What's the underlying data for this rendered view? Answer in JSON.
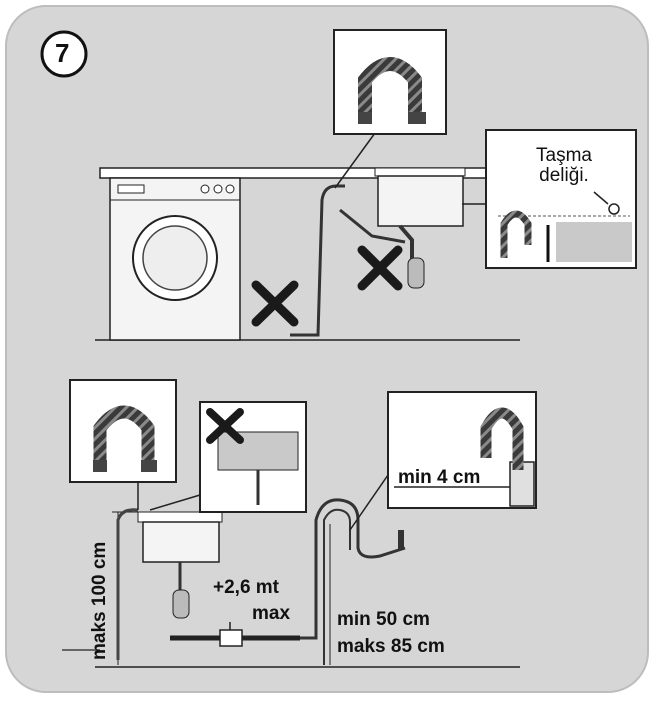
{
  "step_number": "7",
  "labels": {
    "overflow_hole": "Taşma deliği.",
    "max_height": "maks 100 cm",
    "extension": "+2,6 mt",
    "extension_max": "max",
    "min_gap": "min 4 cm",
    "min_height": "min 50 cm",
    "max_height_85": "maks 85 cm"
  },
  "colors": {
    "panel_bg": "#d6d6d6",
    "line": "#1a1a1a",
    "hose": "#555555",
    "water": "#c9c9c9"
  }
}
